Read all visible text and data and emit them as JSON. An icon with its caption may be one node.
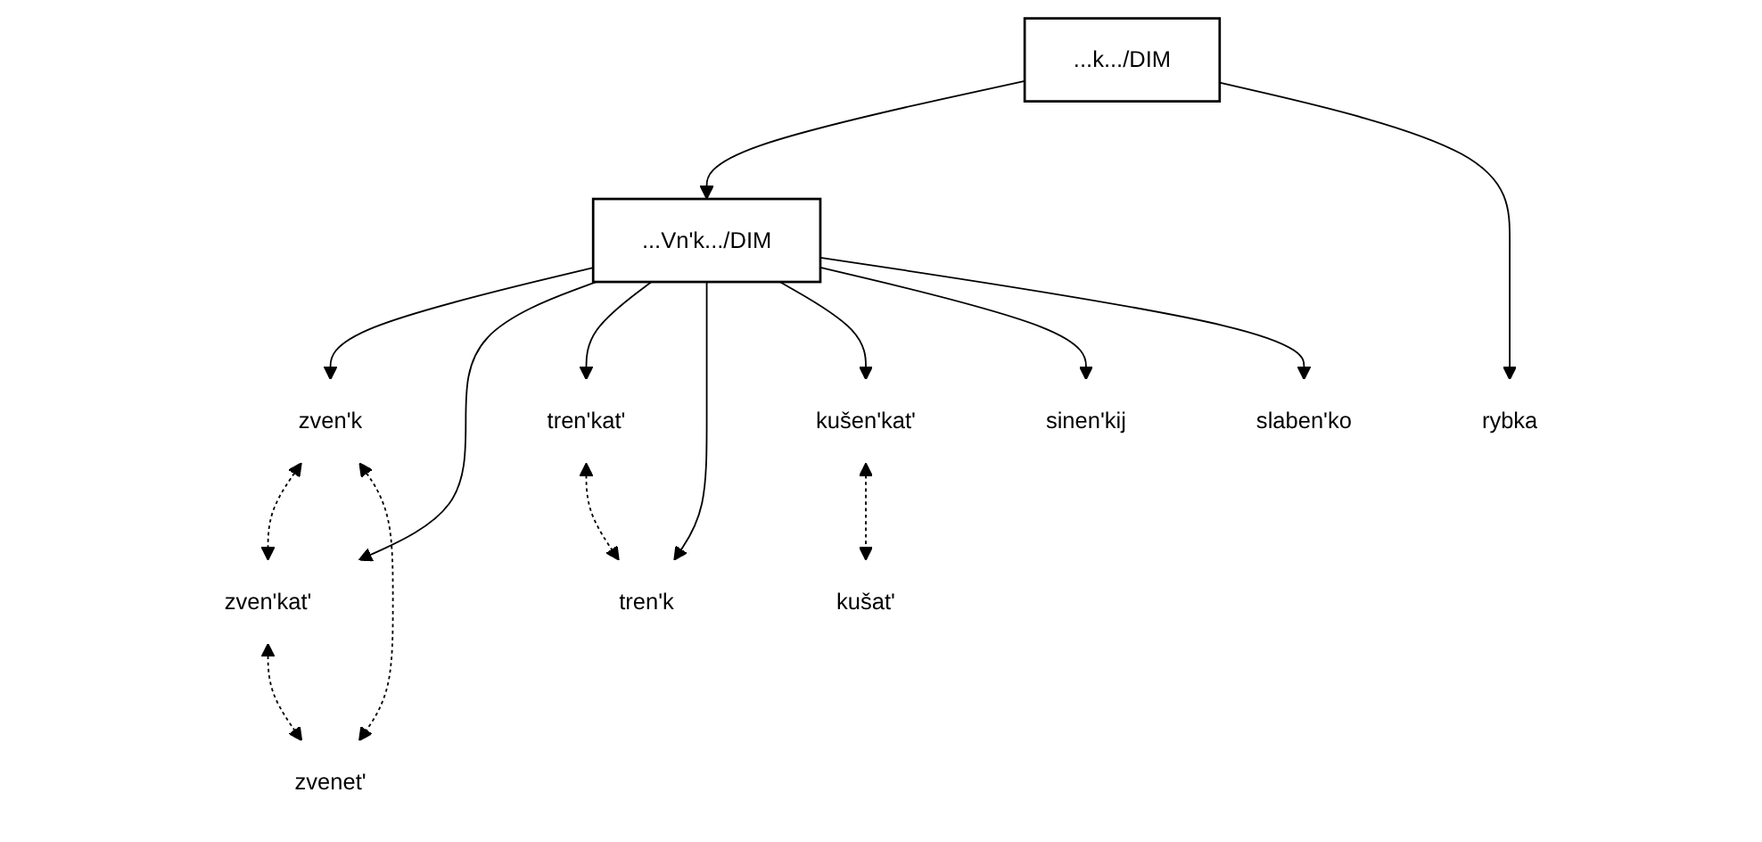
{
  "diagram": {
    "nodes": [
      {
        "text": [
          "...k.../DIM"
        ]
      },
      {
        "text": [
          "...Vn'k.../DIM"
        ]
      },
      {
        "text": [
          "zven'k"
        ]
      },
      {
        "text": [
          "zven'kat'"
        ]
      },
      {
        "text": [
          "tren'kat'"
        ]
      },
      {
        "text": [
          "tren'k"
        ]
      },
      {
        "text": [
          "kušen'kat'"
        ]
      },
      {
        "text": [
          "sinen'kij"
        ]
      },
      {
        "text": [
          "slaben'ko"
        ]
      },
      {
        "text": [
          "rybka"
        ]
      },
      {
        "text": [
          "zvenet'"
        ]
      },
      {
        "text": [
          "kušat'"
        ]
      }
    ],
    "edges": [
      {
        "from": 0,
        "to": 1,
        "arrow": "to"
      },
      {
        "from": 0,
        "to": 9,
        "arrow": "to"
      },
      {
        "from": 1,
        "to": 2,
        "arrow": "to"
      },
      {
        "from": 1,
        "to": 3,
        "arrow": "to"
      },
      {
        "from": 1,
        "to": 4,
        "arrow": "to"
      },
      {
        "from": 1,
        "to": 5,
        "arrow": "to"
      },
      {
        "from": 1,
        "to": 6,
        "arrow": "to"
      },
      {
        "from": 1,
        "to": 7,
        "arrow": "to"
      },
      {
        "from": 1,
        "to": 8,
        "arrow": "to"
      },
      {
        "from": 2,
        "to": 3,
        "arrow": "both",
        "style": "dashed"
      },
      {
        "from": 4,
        "to": 5,
        "arrow": "both",
        "style": "dashed"
      },
      {
        "from": 2,
        "to": 10,
        "arrow": "both",
        "style": "dashed"
      },
      {
        "from": 3,
        "to": 10,
        "arrow": "both",
        "style": "dashed"
      },
      {
        "from": 6,
        "to": 11,
        "arrow": "both",
        "style": "dashed"
      }
    ]
  }
}
